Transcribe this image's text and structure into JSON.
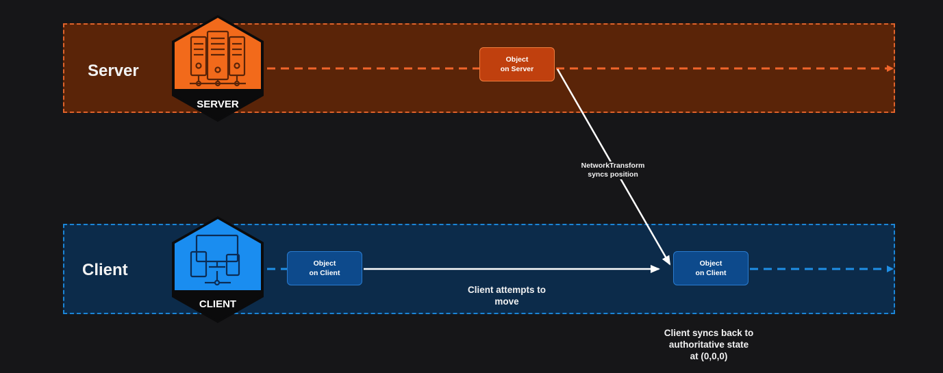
{
  "lanes": {
    "server": {
      "label": "Server",
      "color": "#e0622a"
    },
    "client": {
      "label": "Client",
      "color": "#1b85d6"
    }
  },
  "badges": {
    "server": {
      "label": "SERVER",
      "icon": "server-rack-icon",
      "color": "#f26a1b"
    },
    "client": {
      "label": "CLIENT",
      "icon": "devices-icon",
      "color": "#1a8df0"
    }
  },
  "nodes": {
    "server_object": {
      "line1": "Object",
      "line2": "on Server"
    },
    "client_object_initial": {
      "line1": "Object",
      "line2": "on Client"
    },
    "client_object_synced": {
      "line1": "Object",
      "line2": "on Client"
    }
  },
  "captions": {
    "network_transform": {
      "line1": "NetworkTransform",
      "line2": "syncs position"
    },
    "client_move": {
      "line1": "Client attempts to",
      "line2": "move"
    },
    "client_sync_back": {
      "line1": "Client syncs back to",
      "line2": "authoritative state",
      "line3": "at (0,0,0)"
    }
  }
}
